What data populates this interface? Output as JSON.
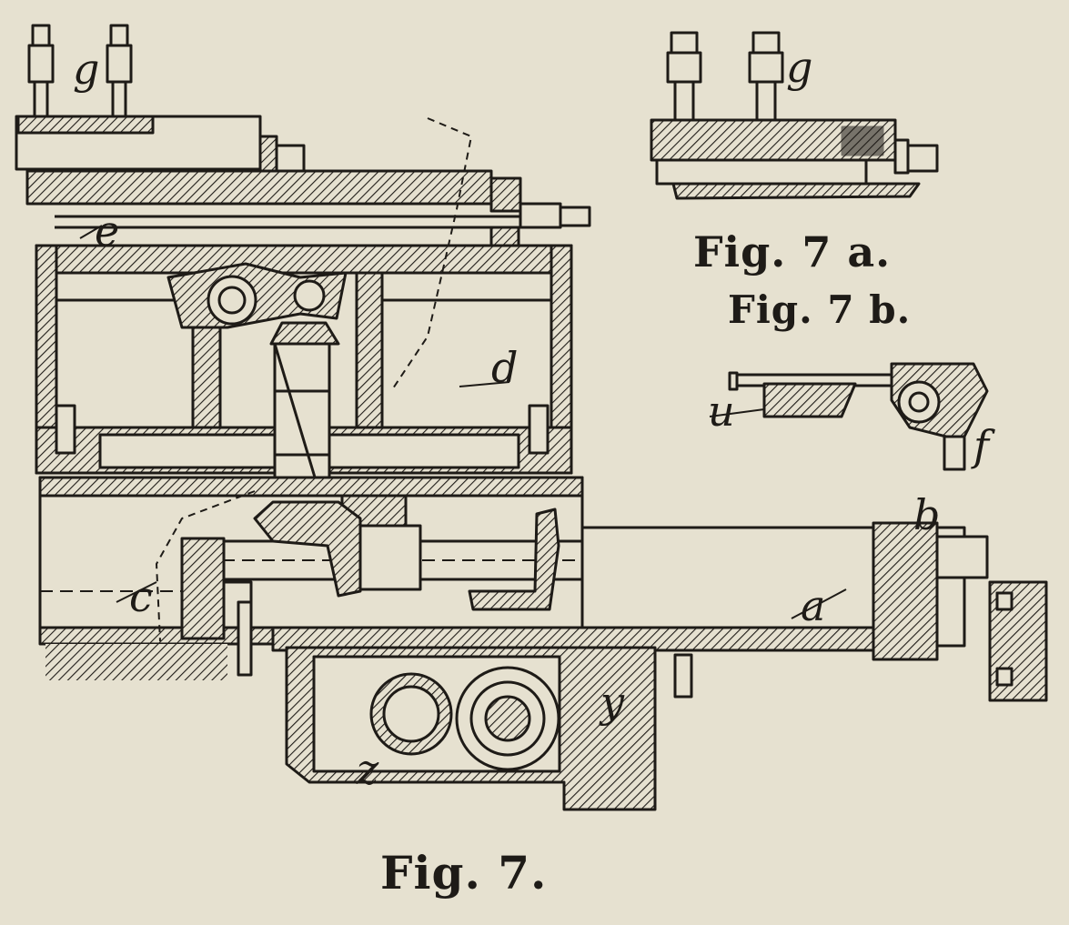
{
  "captions": {
    "fig7": "Fig. 7.",
    "fig7a": "Fig. 7 a.",
    "fig7b": "Fig. 7 b."
  },
  "labels": {
    "g_main": "g",
    "g_7a": "g",
    "e": "e",
    "d_upper": "d",
    "c": "c",
    "a": "a",
    "b": "b",
    "y": "y",
    "z": "z",
    "u": "u",
    "f": "f"
  },
  "colors": {
    "paper": "#e6e1d0",
    "ink": "#1e1b17"
  }
}
